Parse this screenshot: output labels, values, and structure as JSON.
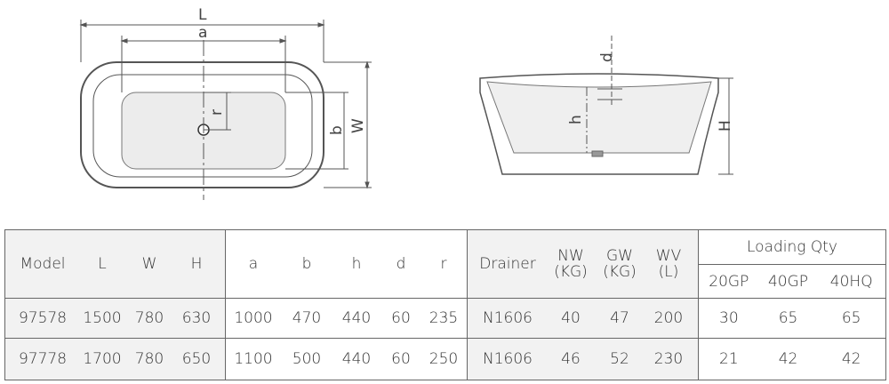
{
  "diagram": {
    "top_labels": {
      "L": "L",
      "a": "a",
      "r": "r",
      "b": "b",
      "W": "W"
    },
    "side_labels": {
      "d": "d",
      "h": "h",
      "H": "H"
    }
  },
  "table": {
    "group1_headers": [
      "Model",
      "L",
      "W",
      "H"
    ],
    "group2_headers": [
      "a",
      "b",
      "h",
      "d",
      "r"
    ],
    "group3_headers": {
      "drainer": "Drainer",
      "nw": [
        "NW",
        "(KG)"
      ],
      "gw": [
        "GW",
        "(KG)"
      ],
      "wv": [
        "WV",
        "(L)"
      ]
    },
    "loading": {
      "title": "Loading Qty",
      "sub": [
        "20GP",
        "40GP",
        "40HQ"
      ]
    },
    "rows": [
      {
        "g1": [
          "97578",
          "1500",
          "780",
          "630"
        ],
        "g2": [
          "1000",
          "470",
          "440",
          "60",
          "235"
        ],
        "g3": [
          "N1606",
          "40",
          "47",
          "200"
        ],
        "g4": [
          "30",
          "65",
          "65"
        ]
      },
      {
        "g1": [
          "97778",
          "1700",
          "780",
          "650"
        ],
        "g2": [
          "1100",
          "500",
          "440",
          "60",
          "250"
        ],
        "g3": [
          "N1606",
          "46",
          "52",
          "230"
        ],
        "g4": [
          "21",
          "42",
          "42"
        ]
      }
    ]
  }
}
